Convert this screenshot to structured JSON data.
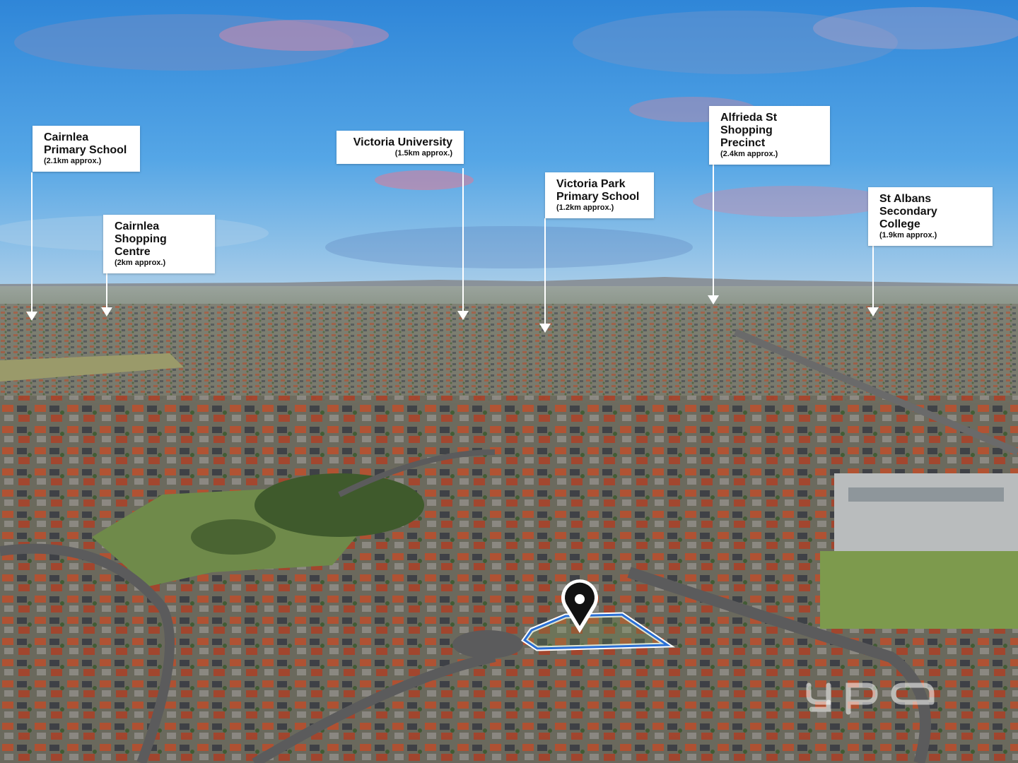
{
  "labels": [
    {
      "id": "cairnlea-primary",
      "title": "Cairnlea\nPrimary School",
      "distance": "(2.1km approx.)"
    },
    {
      "id": "cairnlea-shopping",
      "title": "Cairnlea\nShopping Centre",
      "distance": "(2km approx.)"
    },
    {
      "id": "victoria-university",
      "title": "Victoria University",
      "distance": "(1.5km approx.)"
    },
    {
      "id": "victoria-park",
      "title": "Victoria Park\nPrimary School",
      "distance": "(1.2km approx.)"
    },
    {
      "id": "alfrieda",
      "title": "Alfrieda St\nShopping Precinct",
      "distance": "(2.4km approx.)"
    },
    {
      "id": "st-albans",
      "title": "St Albans\nSecondary College",
      "distance": "(1.9km approx.)"
    }
  ],
  "watermark": "ypa",
  "colors": {
    "sky": "#3e8fd6",
    "label_bg": "#ffffff",
    "pointer": "#ffffff",
    "boundary": "#2a6fd6",
    "pin": "#111111"
  }
}
